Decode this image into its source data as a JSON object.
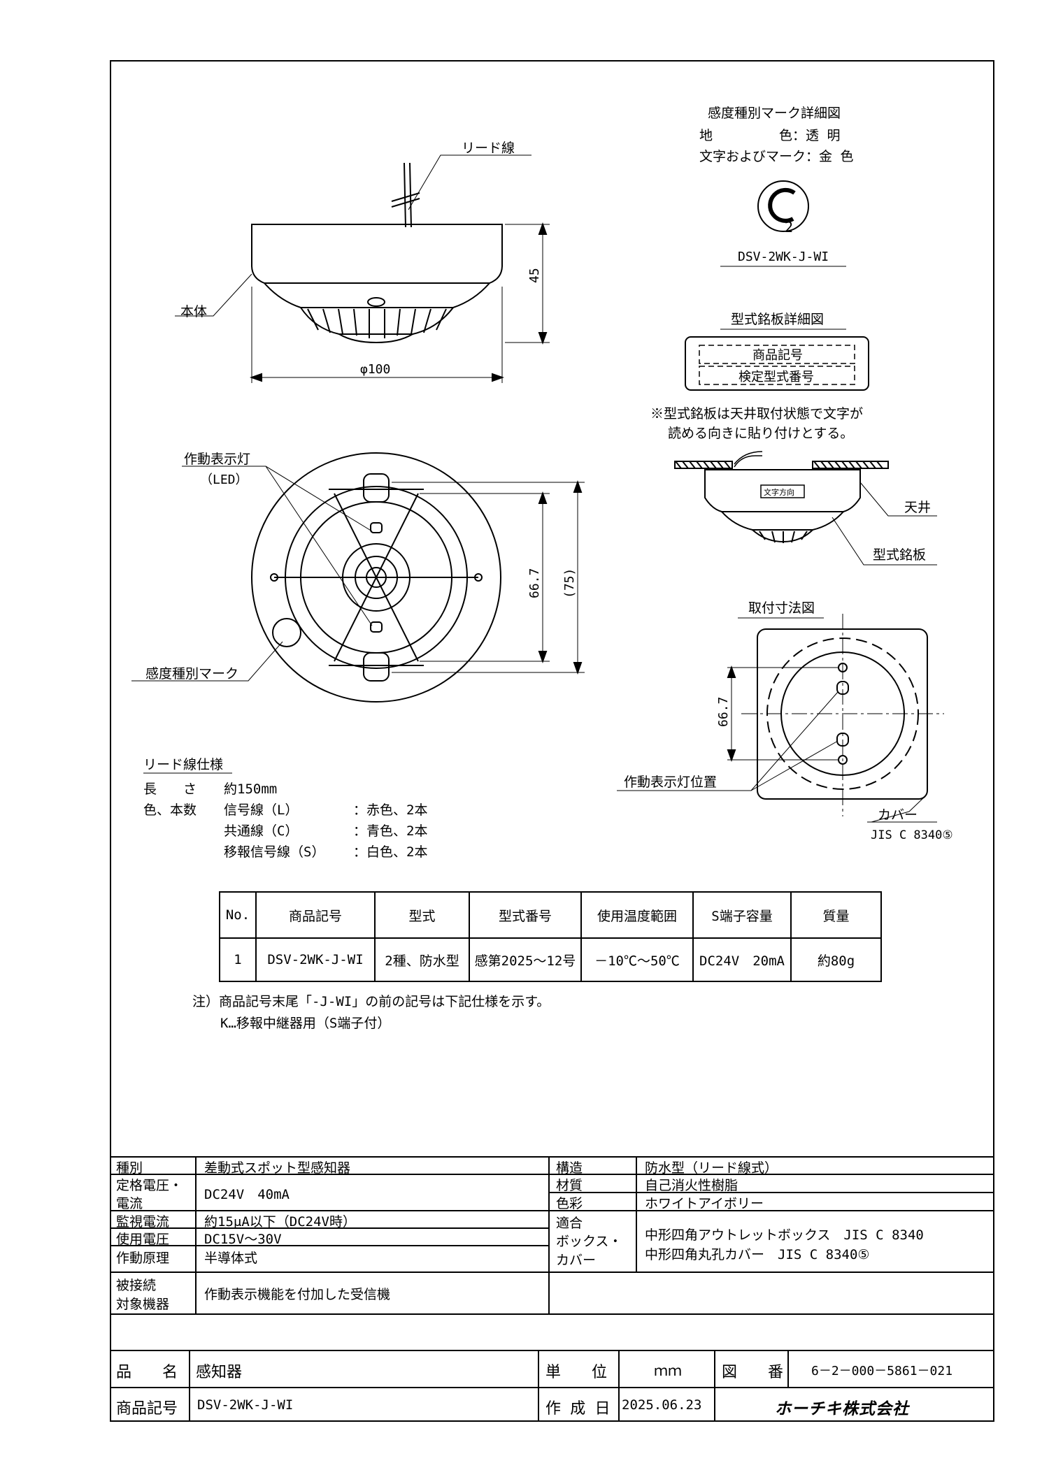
{
  "drawing": {
    "lead_wire_label": "リード線",
    "body_label": "本体",
    "height_dim": "45",
    "diameter_dim": "φ100",
    "led_label": "作動表示灯",
    "led_sub": "（LED）",
    "dim_667": "66.7",
    "dim_75": "(75)",
    "sens_mark_label": "感度種別マーク"
  },
  "mark_detail": {
    "title": "感度種別マーク詳細図",
    "ground_label": "地　　　　　色：透 明",
    "text_label": "文字およびマーク：金 色",
    "mark_number": "2",
    "model": "DSV-2WK-J-WI"
  },
  "plate_detail": {
    "title": "型式銘板詳細図",
    "line1": "商品記号",
    "line2": "検定型式番号",
    "note_line1": "※型式銘板は天井取付状態で文字が",
    "note_line2": "読める向きに貼り付けとする。",
    "ceiling_label": "天井",
    "plate_label": "型式銘板",
    "orientation_tag": "文字方向"
  },
  "mount_detail": {
    "title": "取付寸法図",
    "dim": "66.7",
    "led_pos_label": "作動表示灯位置",
    "cover_label": "カバー",
    "cover_std": "JIS C 8340⑤"
  },
  "lead_spec": {
    "title": "リード線仕様",
    "length_label": "長　　さ",
    "length_value": "約150mm",
    "color_label": "色、本数",
    "rows": [
      {
        "name": "信号線（L）",
        "value": "：赤色、2本"
      },
      {
        "name": "共通線（C）",
        "value": "：青色、2本"
      },
      {
        "name": "移報信号線（S）",
        "value": "：白色、2本"
      }
    ]
  },
  "product_table": {
    "headers": [
      "No.",
      "商品記号",
      "型式",
      "型式番号",
      "使用温度範囲",
      "S端子容量",
      "質量"
    ],
    "row": [
      "1",
      "DSV-2WK-J-WI",
      "2種、防水型",
      "感第2025～12号",
      "－10℃～50℃",
      "DC24V　20mA",
      "約80g"
    ]
  },
  "notes": {
    "line1": "注）商品記号末尾「-J-WI」の前の記号は下記仕様を示す。",
    "line2": "K…移報中継器用（S端子付）"
  },
  "spec_table": {
    "kind_label": "種別",
    "kind_value": "差動式スポット型感知器",
    "volt_label1": "定格電圧・",
    "volt_label2": "電流",
    "volt_value": "DC24V　40mA",
    "monitor_label": "監視電流",
    "monitor_value": "約15μA以下（DC24V時）",
    "use_volt_label": "使用電圧",
    "use_volt_value": "DC15V～30V",
    "principle_label": "作動原理",
    "principle_value": "半導体式",
    "target_label1": "被接続",
    "target_label2": "対象機器",
    "target_value": "作動表示機能を付加した受信機",
    "struct_label": "構造",
    "struct_value": "防水型（リード線式）",
    "material_label": "材質",
    "material_value": "自己消火性樹脂",
    "color_label": "色彩",
    "color_value": "ホワイトアイボリー",
    "box_label1": "適合",
    "box_label2": "ボックス・",
    "box_label3": "カバー",
    "box_value1": "中形四角アウトレットボックス　JIS C 8340",
    "box_value2": "中形四角丸孔カバー　JIS C 8340⑤"
  },
  "title_block": {
    "name_label": "品　　名",
    "name_value": "感知器",
    "unit_label": "単　　位",
    "unit_value": "ｍｍ",
    "drawing_no_label": "図　　番",
    "drawing_no_value": "6－2－000－5861－021",
    "code_label": "商品記号",
    "code_value": "DSV-2WK-J-WI",
    "date_label": "作 成 日",
    "date_value": "2025.06.23",
    "company": "ホーチキ株式会社"
  }
}
